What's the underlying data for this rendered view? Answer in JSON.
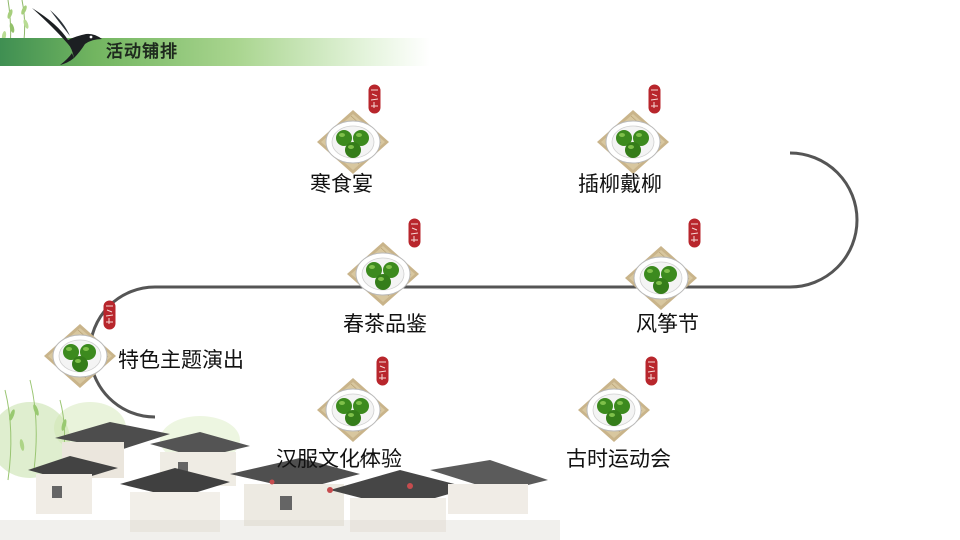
{
  "header": {
    "title": "活动铺排"
  },
  "activities": [
    {
      "label": "寒食宴"
    },
    {
      "label": "插柳戴柳"
    },
    {
      "label": "春茶品鉴"
    },
    {
      "label": "风筝节"
    },
    {
      "label": "特色主题演出"
    },
    {
      "label": "汉服文化体验"
    },
    {
      "label": "古时运动会"
    }
  ],
  "icons": {
    "dish": "qingtuan-plate-icon",
    "seal": "red-seal-icon",
    "bird": "swallow-icon"
  },
  "colors": {
    "header_green": "#4e9a5a",
    "route_gray": "#555555",
    "qingtuan_green": "#3c8a1e",
    "seal_red": "#b8262c",
    "mat_tan": "#c9b48a"
  }
}
